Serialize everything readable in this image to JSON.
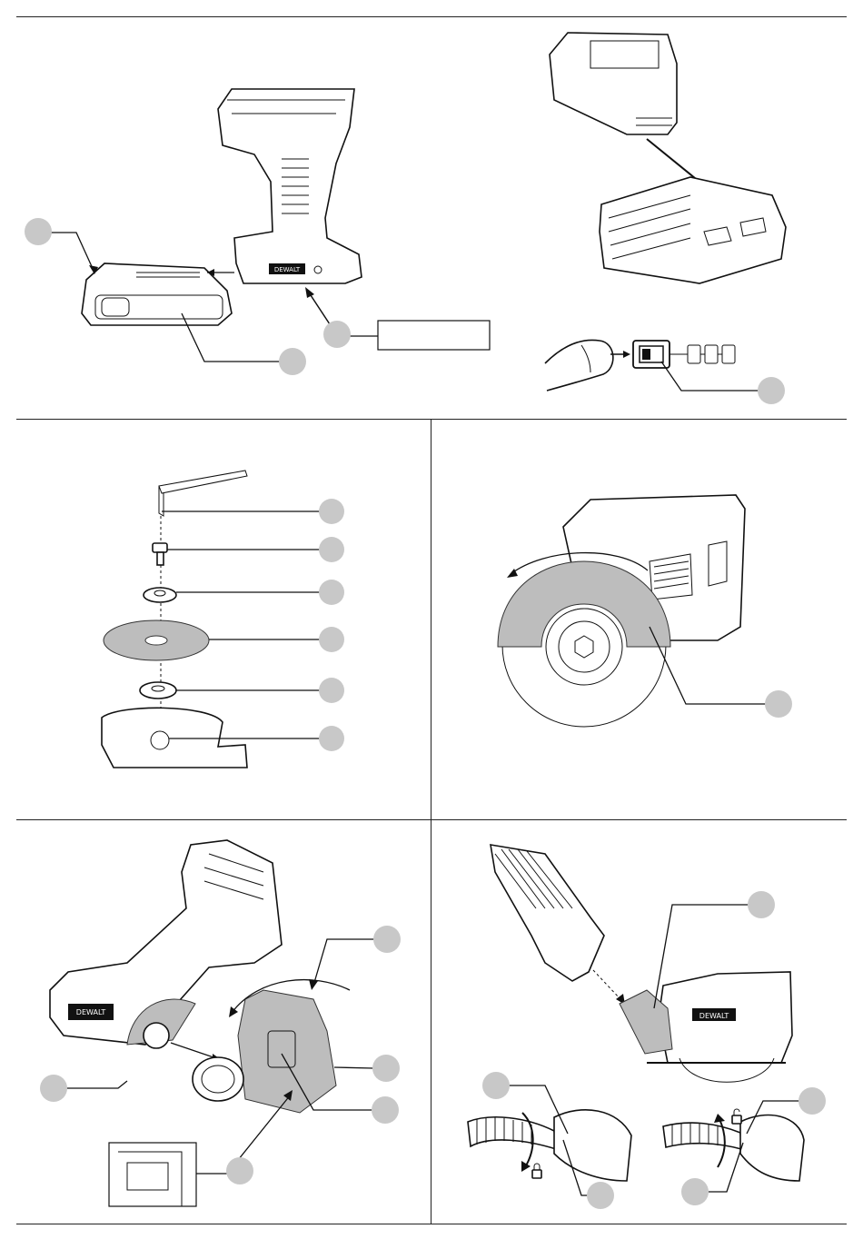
{
  "figures": {
    "fig_a": {
      "description_label": "",
      "brand_label": "DEWALT"
    },
    "fig_b": {
      "description_label": ""
    },
    "fig_e": {
      "brand_label": "DEWALT"
    },
    "fig_f": {
      "brand_label": "DEWALT"
    }
  },
  "colors": {
    "callout_fill": "#c8c8c8",
    "line": "#111111",
    "guard_fill": "#bdbdbd"
  },
  "icons": [
    "battery-icon",
    "finger-icon",
    "lock-icon",
    "unlock-icon",
    "arrow-icon"
  ]
}
